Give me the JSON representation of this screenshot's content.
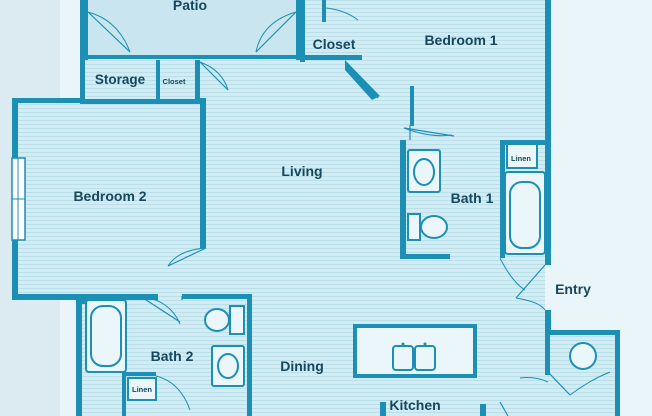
{
  "plan": {
    "rooms": {
      "patio": "Patio",
      "closet": "Closet",
      "bedroom1": "Bedroom 1",
      "storage": "Storage",
      "closet_small": "Closet",
      "bedroom2": "Bedroom 2",
      "living": "Living",
      "bath1": "Bath 1",
      "linen1": "Linen",
      "entry": "Entry",
      "bath2": "Bath 2",
      "linen2": "Linen",
      "dining": "Dining",
      "kitchen": "Kitchen"
    },
    "colors": {
      "wall": "#1b8fb4",
      "floor": "#d3ecf4",
      "background": "#eaf5fa",
      "text": "#16475c"
    }
  }
}
